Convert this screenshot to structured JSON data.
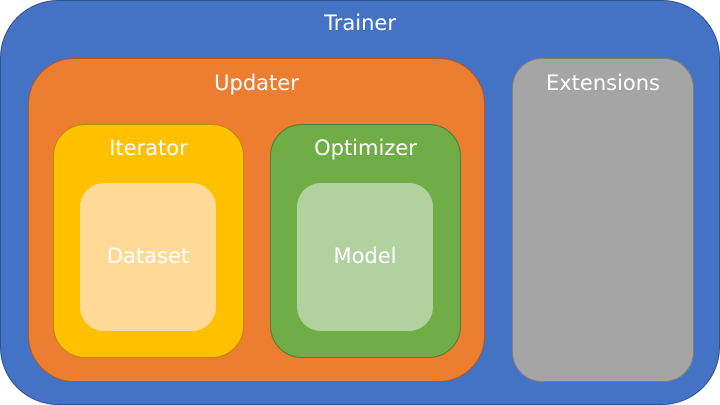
{
  "diagram": {
    "trainer": {
      "label": "Trainer",
      "color": "#4472c4"
    },
    "updater": {
      "label": "Updater",
      "color": "#ed7d31"
    },
    "extensions": {
      "label": "Extensions",
      "color": "#a5a5a5"
    },
    "iterator": {
      "label": "Iterator",
      "color": "#ffc000"
    },
    "optimizer": {
      "label": "Optimizer",
      "color": "#70ad47"
    },
    "dataset": {
      "label": "Dataset",
      "color": "#ffd996"
    },
    "model": {
      "label": "Model",
      "color": "#b1d29e"
    }
  }
}
